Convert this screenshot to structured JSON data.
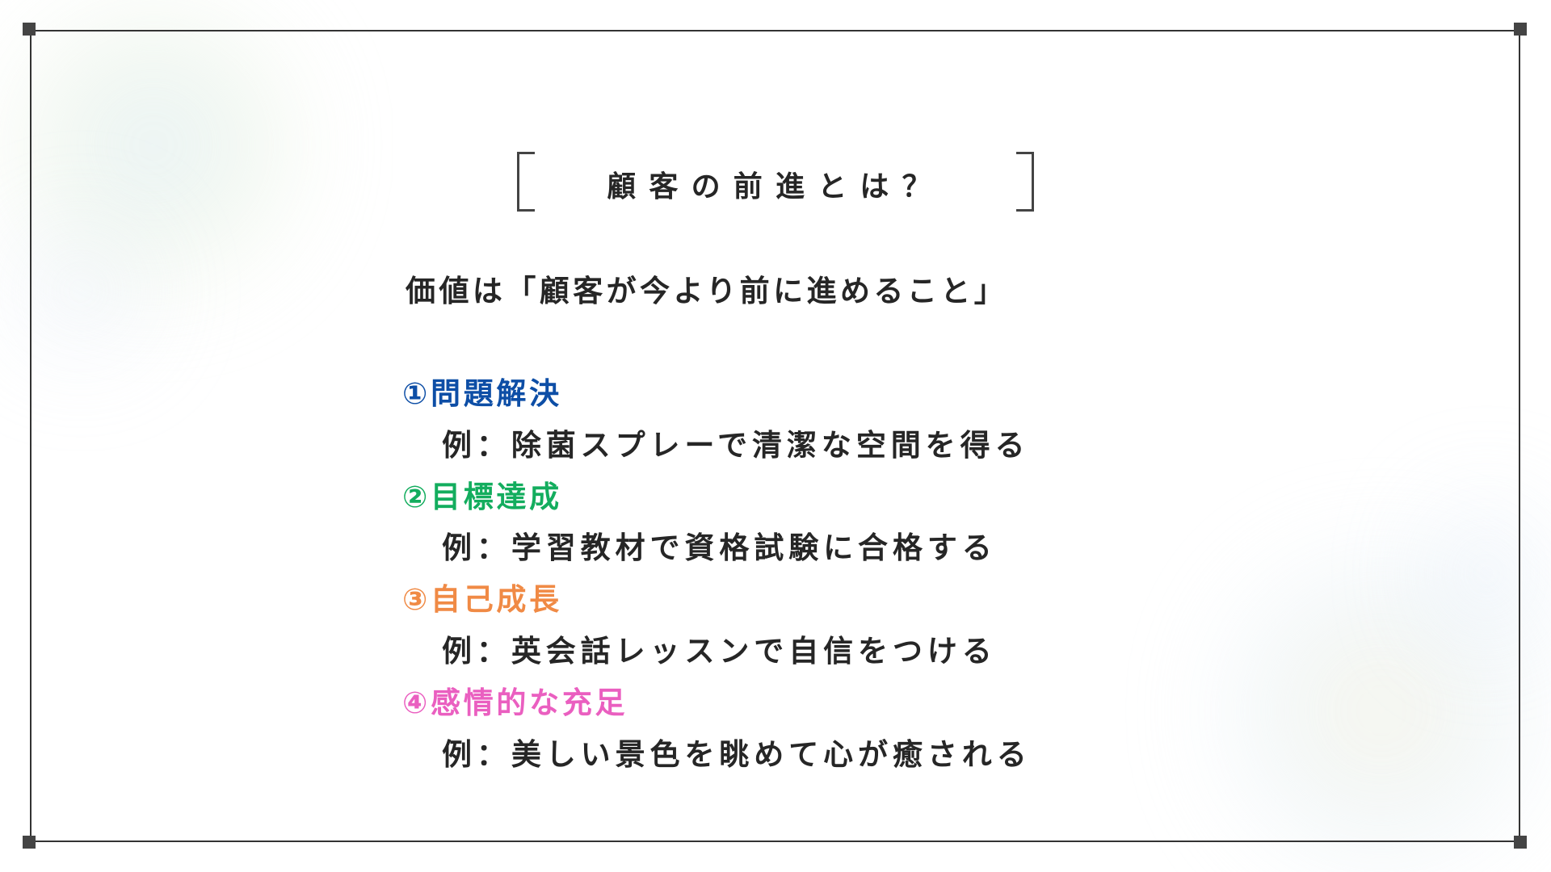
{
  "title": "顧客の前進とは？",
  "headline": "価値は「顧客が今より前に進めること」",
  "items": [
    {
      "label": "①問題解決",
      "example": "例：除菌スプレーで清潔な空間を得る",
      "color": "#0d4ea6"
    },
    {
      "label": "②目標達成",
      "example": "例：学習教材で資格試験に合格する",
      "color": "#13ad5e"
    },
    {
      "label": "③自己成長",
      "example": "例：英会話レッスンで自信をつける",
      "color": "#f08a45"
    },
    {
      "label": "④感情的な充足",
      "example": "例：美しい景色を眺めて心が癒される",
      "color": "#ea5fc0"
    }
  ]
}
